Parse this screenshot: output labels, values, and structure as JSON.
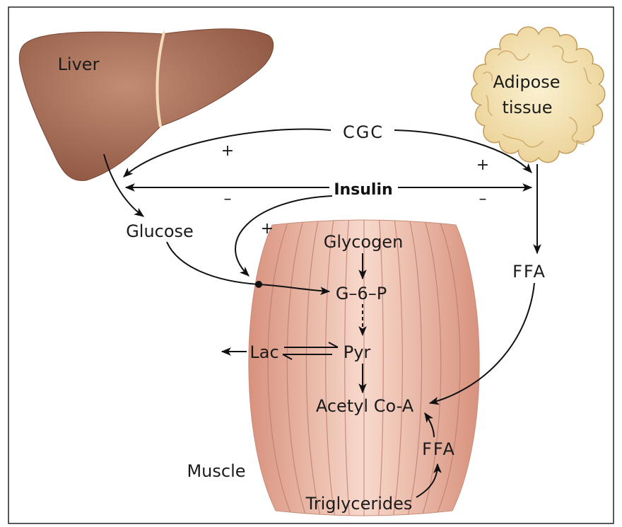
{
  "organs": {
    "liver": "Liver",
    "adipose_line1": "Adipose",
    "adipose_line2": "tissue",
    "muscle": "Muscle"
  },
  "hormones": {
    "cgc": "CGC",
    "insulin": "Insulin"
  },
  "signs": {
    "cgc_to_liver": "+",
    "cgc_to_adipose": "+",
    "insulin_to_liver": "–",
    "insulin_to_adipose": "–",
    "insulin_to_muscle": "+"
  },
  "metabolites": {
    "glucose": "Glucose",
    "ffa_circulating": "FFA",
    "glycogen": "Glycogen",
    "g6p": "G–6–P",
    "lac": "Lac",
    "pyr": "Pyr",
    "acetyl_coa": "Acetyl Co-A",
    "ffa_muscle": "FFA",
    "triglycerides": "Triglycerides"
  },
  "colors": {
    "liver_light": "#c28b73",
    "liver_dark": "#8e5641",
    "liver_divider": "#f3dcbc",
    "adipose_light": "#fbf1d2",
    "adipose_dark": "#ecd49a",
    "adipose_edge": "#c39a5c",
    "adipose_texture": "#d3b072",
    "muscle_center": "#f8d9cc",
    "muscle_edge": "#d8927d",
    "muscle_fiber": "#b9786a",
    "ink": "#111111"
  }
}
